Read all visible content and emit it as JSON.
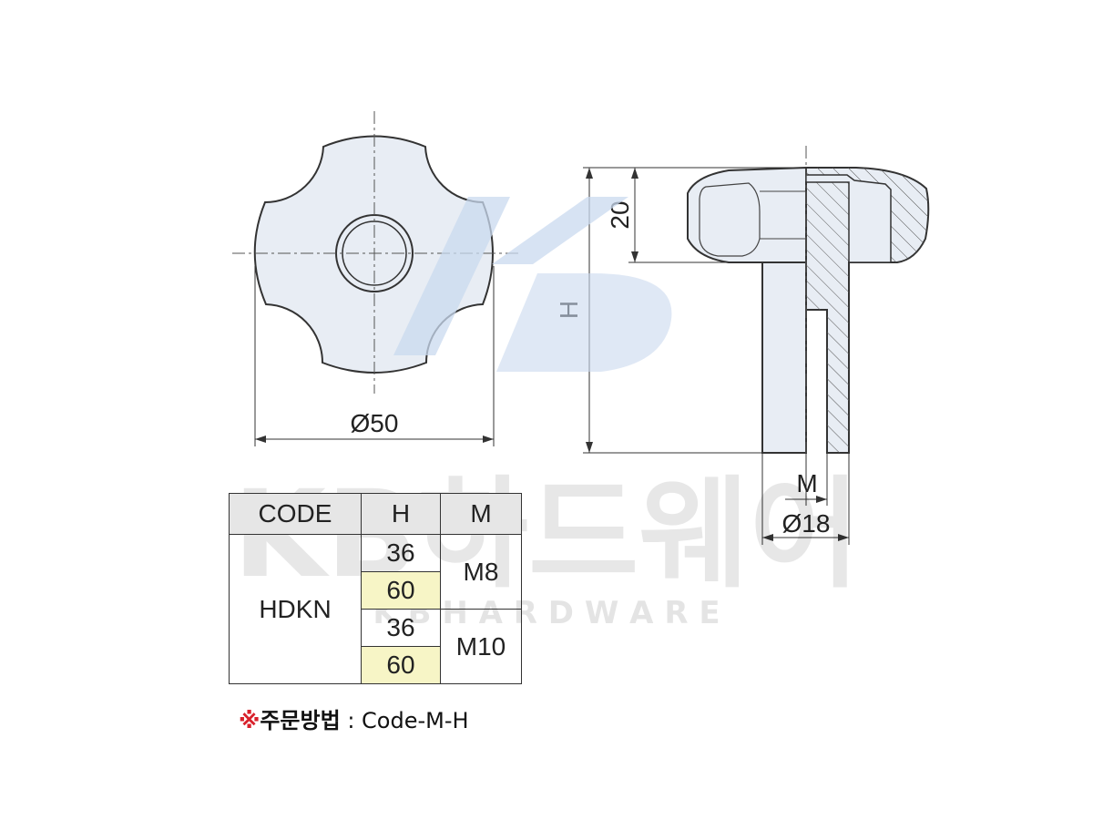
{
  "drawing": {
    "watermark_logo": "KB",
    "watermark_korean": "KB하드웨어",
    "watermark_english": "K B H A R D W A R E",
    "dim_diameter_knob": "Ø50",
    "dim_height_head": "20",
    "dim_height_total": "H",
    "dim_thread": "M",
    "dim_diameter_shaft": "Ø18",
    "colors": {
      "line": "#333333",
      "part_fill": "#e8edf4",
      "watermark_blue": "#c9d9ef",
      "highlight": "#f7f5c6"
    }
  },
  "table": {
    "headers": {
      "code": "CODE",
      "h": "H",
      "m": "M"
    },
    "code": "HDKN",
    "rows": [
      {
        "h": "36",
        "m": "M8",
        "highlighted": false
      },
      {
        "h": "60",
        "highlighted": true
      },
      {
        "h": "36",
        "m": "M10",
        "highlighted": false
      },
      {
        "h": "60",
        "highlighted": true
      }
    ]
  },
  "order": {
    "mark": "※",
    "label": "주문방법",
    "separator": ":",
    "format": "Code-M-H"
  }
}
